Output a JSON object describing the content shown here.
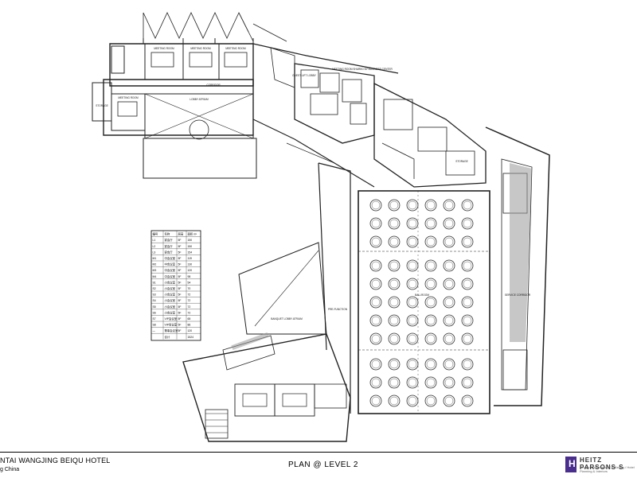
{
  "footer": {
    "project": "NTAI WANGJING BEIQU HOTEL",
    "location": "g China",
    "sheet": "PLAN @ LEVEL 2",
    "firm": "HEITZ PARSONS S",
    "firm_sub": "Design Consultancy Co. Beijing / Hotel Planning & Interiors"
  },
  "rooms": {
    "meeting_room": "MEETING ROOM",
    "storage": "STORAGE",
    "lobby_atrium": "LOBBY ATRIUM",
    "corridor": "CORRIDOR",
    "guest_lift": "GUEST LIFT LOBBY",
    "business_center": "MEETING ROOM SHARED BY BUSINESS CENTER",
    "ballroom": "BALLROOM",
    "banquet_lobby": "BANQUET LOBBY ATRIUM",
    "prefunction": "PRE-FUNCTION",
    "storage2": "STORAGE",
    "service": "SERVICE CORRIDOR"
  },
  "table": {
    "headers": [
      "编号",
      "名称",
      "层高",
      "面积 m²"
    ],
    "rows": [
      [
        "L1",
        "宴会厅",
        "5F",
        "150"
      ],
      [
        "L2",
        "宴会厅",
        "5F",
        "150"
      ],
      [
        "L3",
        "宴会厅",
        "5F",
        "154"
      ],
      [
        "M1",
        "中会议室",
        "5F",
        "119"
      ],
      [
        "M2",
        "中会议室",
        "5F",
        "130"
      ],
      [
        "M3",
        "中会议室",
        "5F",
        "120"
      ],
      [
        "M4",
        "中会议室",
        "5F",
        "98"
      ],
      [
        "S1",
        "小会议室",
        "5F",
        "54"
      ],
      [
        "S2",
        "小会议室",
        "5F",
        "70"
      ],
      [
        "S3",
        "小会议室",
        "5F",
        "72"
      ],
      [
        "S4",
        "小会议室",
        "5F",
        "72"
      ],
      [
        "S5",
        "小会议室",
        "5F",
        "72"
      ],
      [
        "S6",
        "小会议室",
        "5F",
        "72"
      ],
      [
        "S7",
        "VIP会议室",
        "5F",
        "65"
      ],
      [
        "S8",
        "VIP会议室",
        "5F",
        "86"
      ],
      [
        "—",
        "董事会议室",
        "5F",
        "120"
      ],
      [
        "",
        "合计",
        "",
        "1524"
      ]
    ]
  },
  "colors": {
    "line": "#333333",
    "wall": "#111111",
    "shade": "#9a9a9a",
    "purple": "#4a2e8e"
  }
}
